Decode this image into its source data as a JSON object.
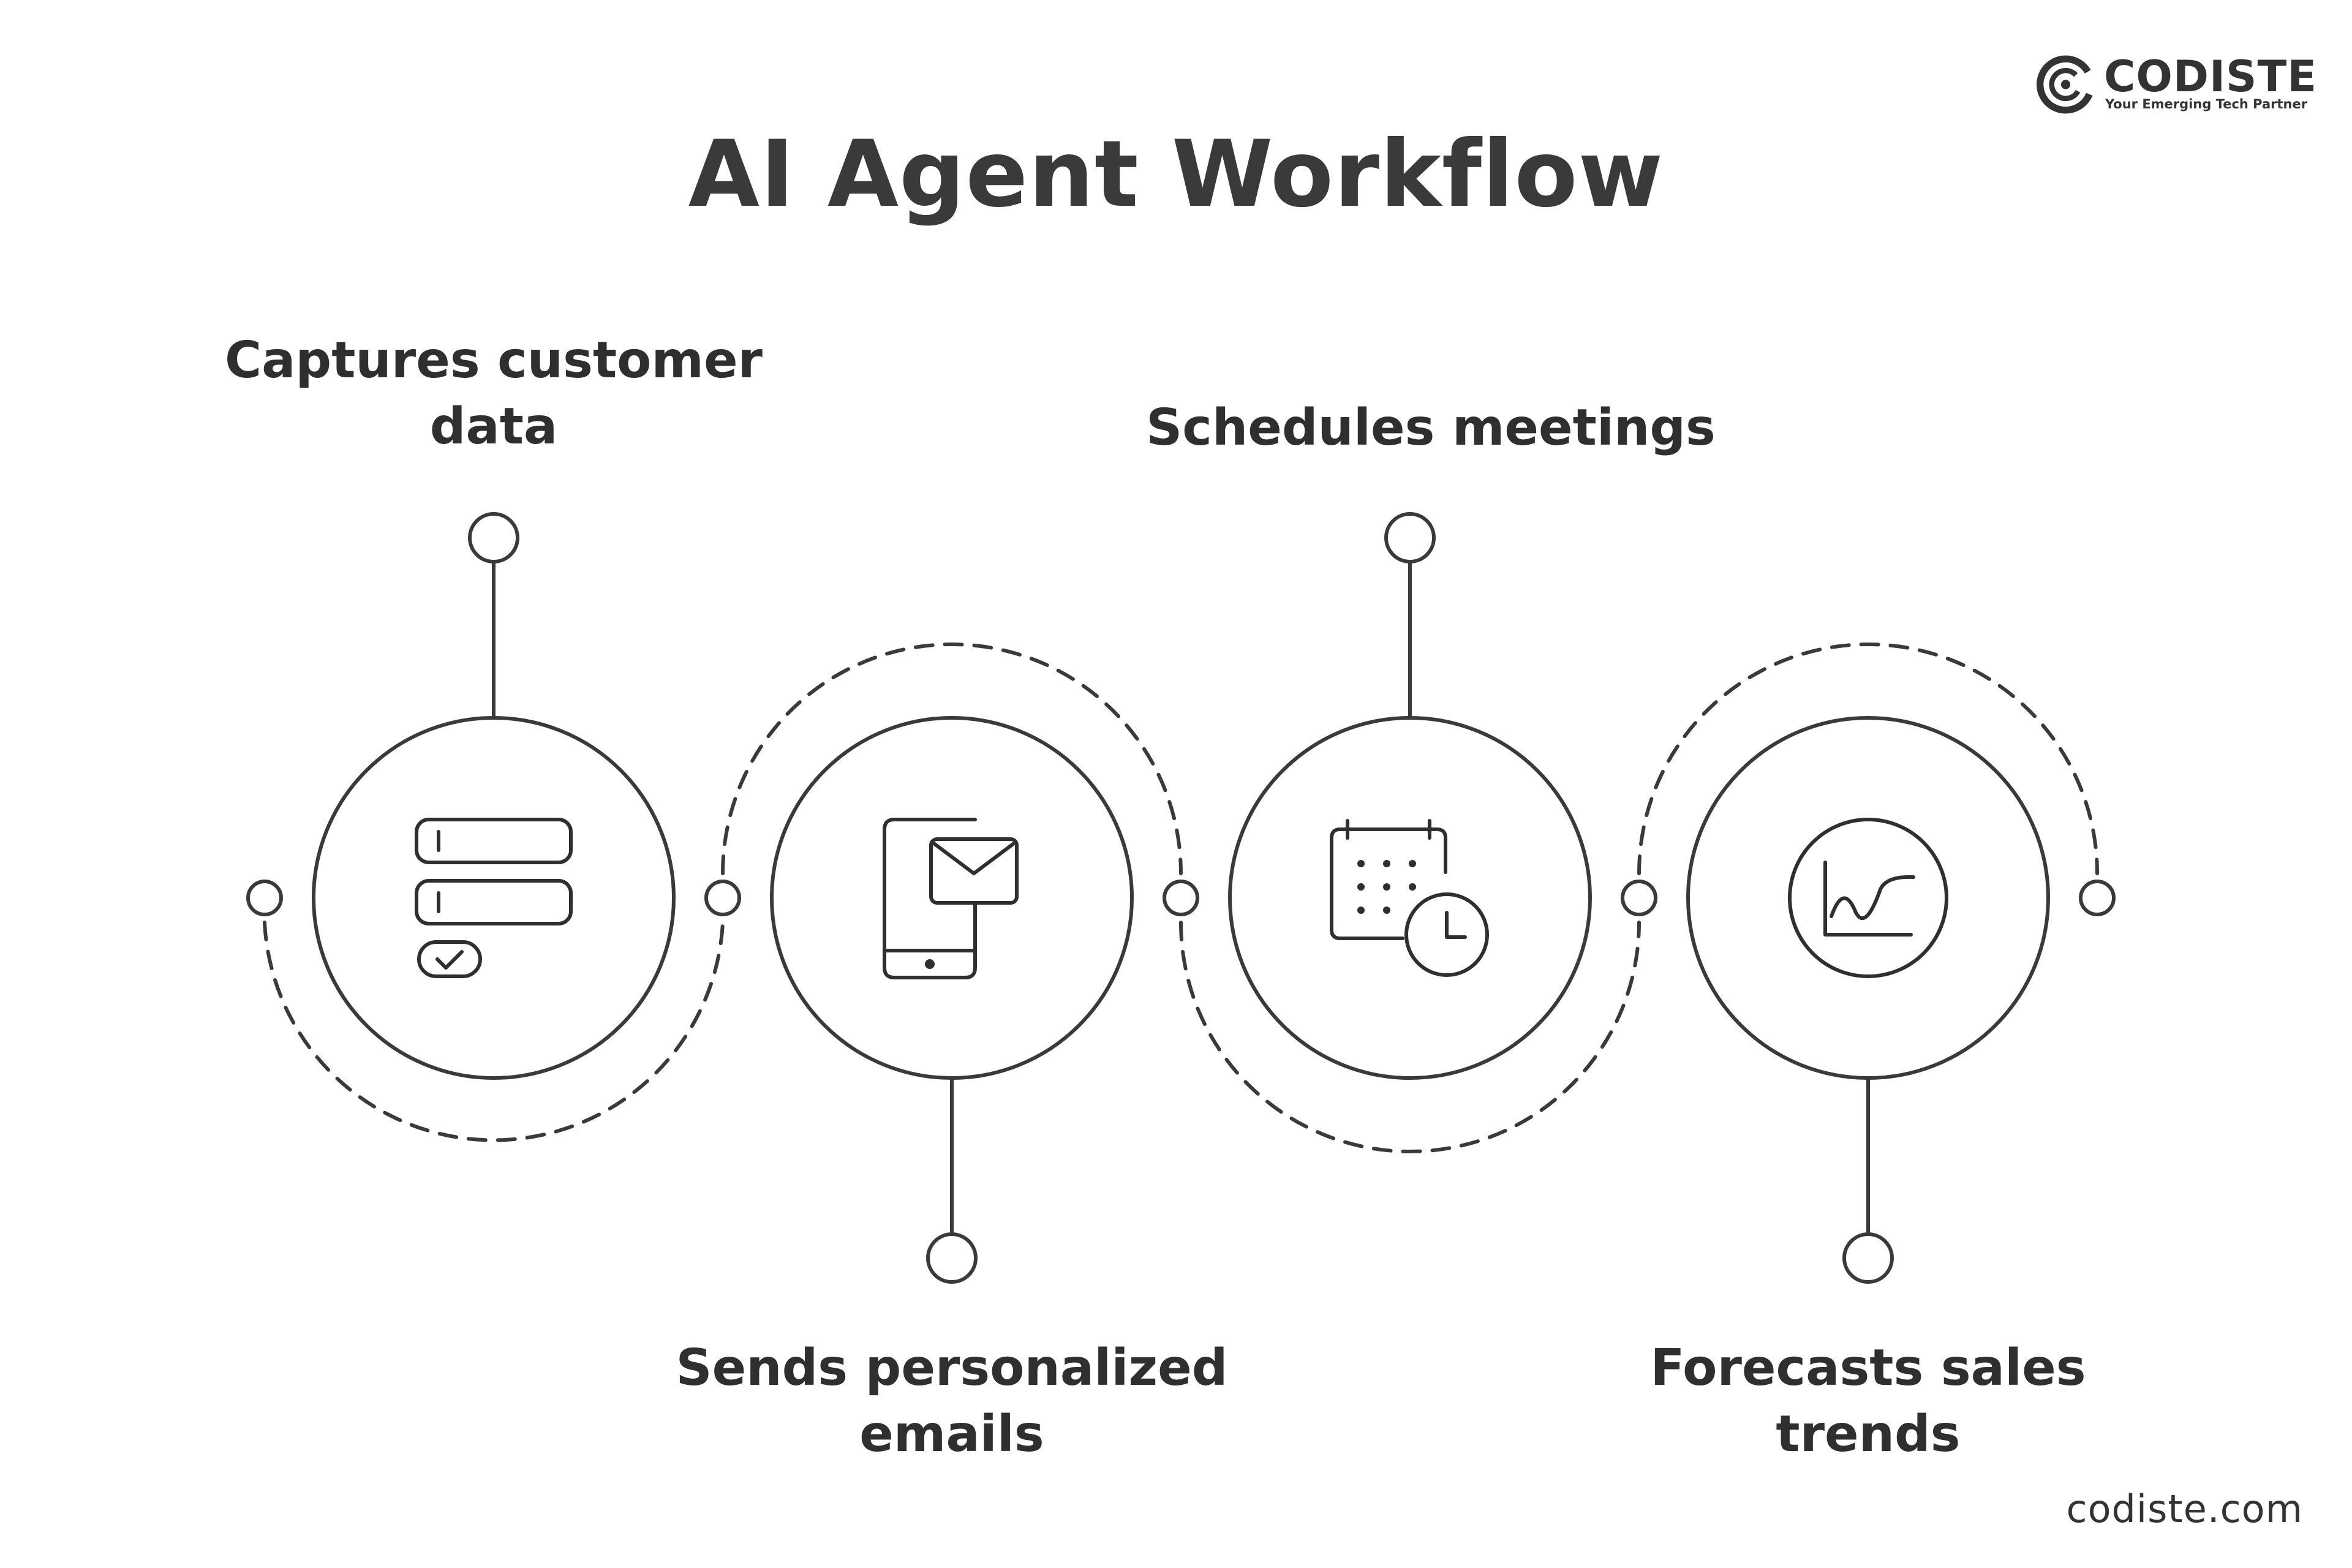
{
  "title": "AI Agent Workflow",
  "logo": {
    "name": "CODISTE",
    "tagline": "Your Emerging Tech Partner",
    "icon": "codiste-logo-icon"
  },
  "steps": [
    {
      "label_line1": "Captures customer",
      "label_line2": "data",
      "icon": "form-checklist-icon",
      "label_position": "top"
    },
    {
      "label_line1": "Sends personalized",
      "label_line2": "emails",
      "icon": "mobile-email-icon",
      "label_position": "bottom"
    },
    {
      "label_line1": "Schedules meetings",
      "label_line2": "",
      "icon": "calendar-clock-icon",
      "label_position": "top"
    },
    {
      "label_line1": "Forecasts sales",
      "label_line2": "trends",
      "icon": "trend-chart-icon",
      "label_position": "bottom"
    }
  ],
  "footer": {
    "url": "codiste.com"
  },
  "colors": {
    "stroke": "#3a3a3a",
    "text": "#2f2f2f",
    "background": "#ffffff"
  }
}
